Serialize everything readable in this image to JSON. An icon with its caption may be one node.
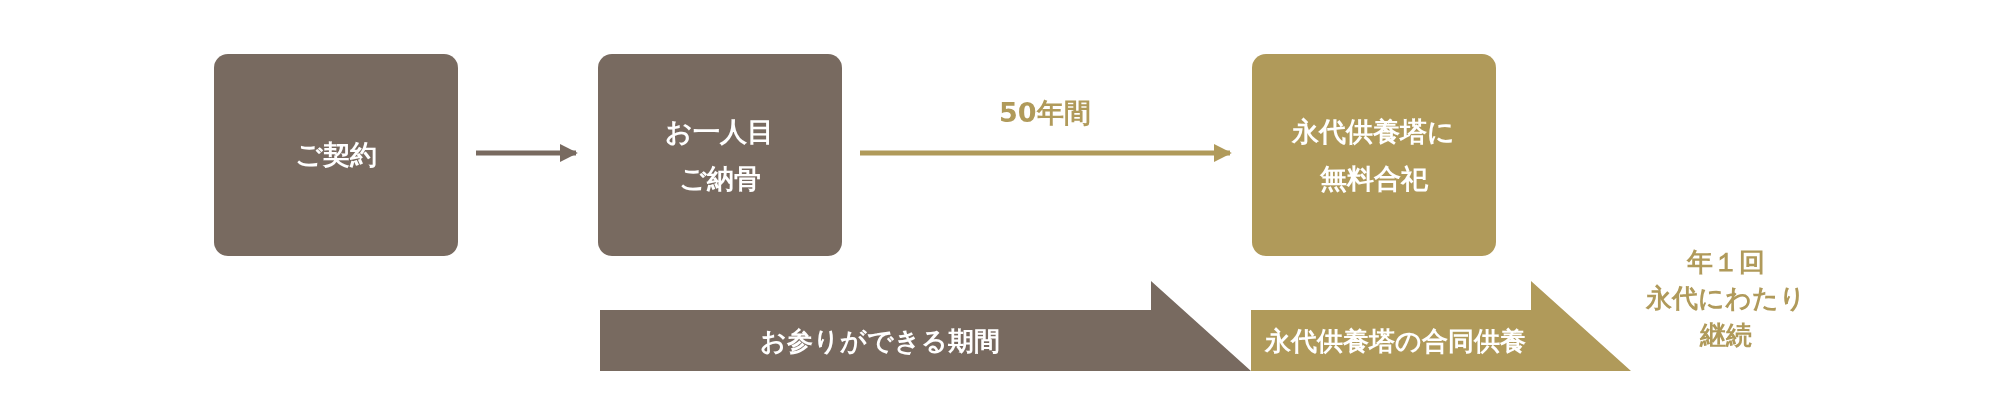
{
  "diagram": {
    "nodes": [
      {
        "text": [
          "ご契約"
        ]
      },
      {
        "text": [
          "お一人目ご納骨"
        ]
      },
      {
        "text": [
          "永代供養塔に無料合祀"
        ]
      },
      {
        "text": [
          "お参りができる期間"
        ]
      },
      {
        "text": [
          "永代供養塔の合同供養"
        ],
        "beside": [
          "年１回",
          "永代にわたり",
          "継続"
        ]
      }
    ],
    "edges": [
      {
        "from": 0,
        "to": 1,
        "arrow": "to",
        "color": "#786a60"
      },
      {
        "from": 1,
        "to": 2,
        "arrow": "to",
        "label": "50年間",
        "color": "#b09a5a"
      }
    ]
  }
}
